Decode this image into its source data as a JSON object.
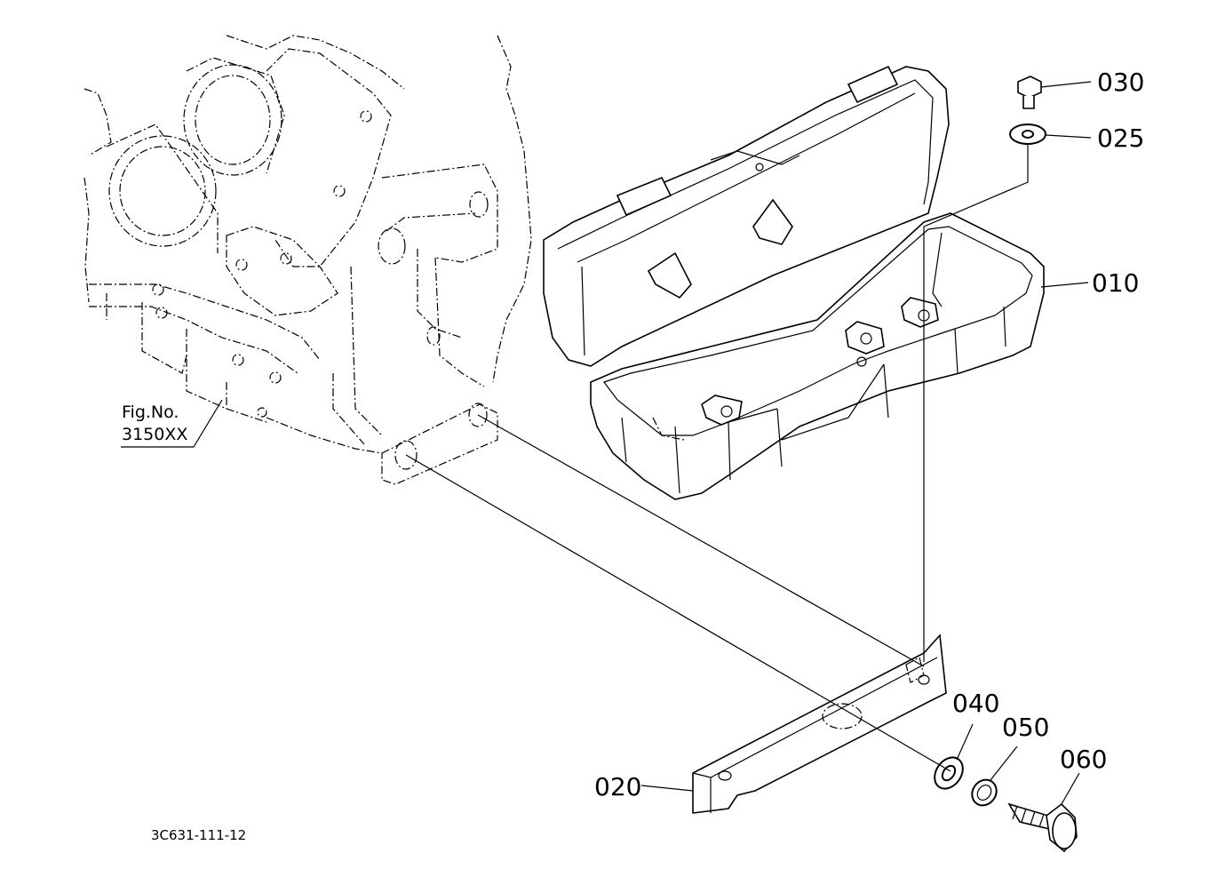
{
  "parts": {
    "p030": "030",
    "p025": "025",
    "p010": "010",
    "p020": "020",
    "p040": "040",
    "p050": "050",
    "p060": "060"
  },
  "reference": {
    "fig_line1": "Fig.No.",
    "fig_line2": "3150XX"
  },
  "diagram_code": "3C631-111-12"
}
